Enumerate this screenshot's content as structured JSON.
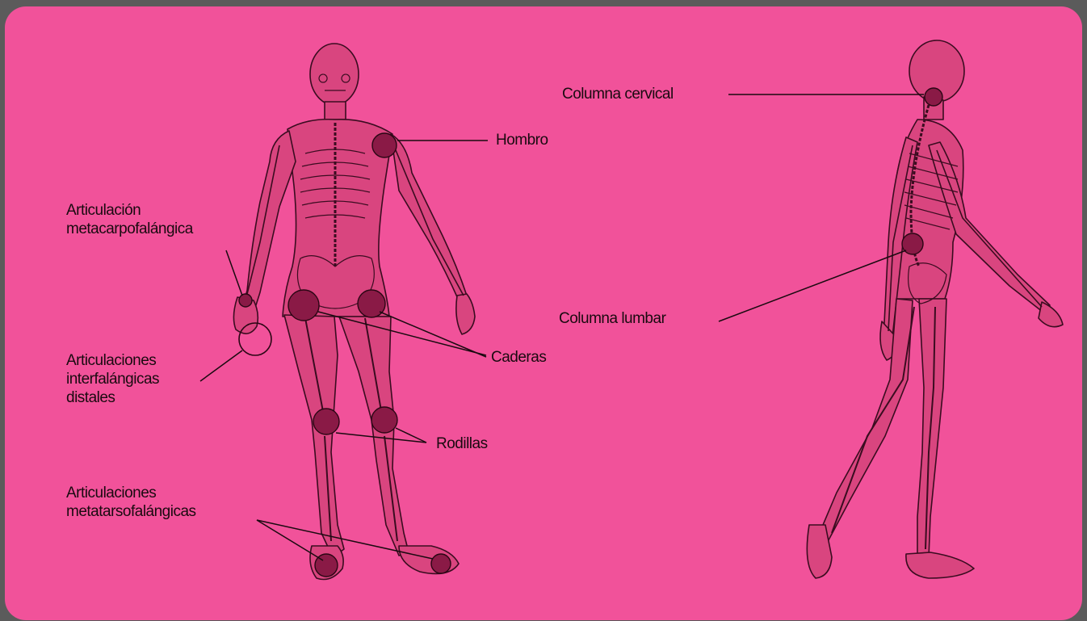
{
  "diagram": {
    "labels": {
      "columna_cervical": "Columna cervical",
      "hombro": "Hombro",
      "articulacion_mcf": "Articulación\nmetacarpofalángica",
      "columna_lumbar": "Columna lumbar",
      "articulaciones_ifd": "Articulaciones\ninterfalángicas\ndistales",
      "caderas": "Caderas",
      "rodillas": "Rodillas",
      "articulaciones_mtf": "Articulaciones\nmetatarsofalángicas"
    }
  },
  "colors": {
    "background": "#f1529a",
    "outer_frame": "#5b5b5b",
    "body_fill": "#d9457f",
    "outline": "#3a0c20",
    "joint_marker": "#8a1a46"
  },
  "icons": [
    "front-skeleton-figure",
    "side-skeleton-figure"
  ]
}
